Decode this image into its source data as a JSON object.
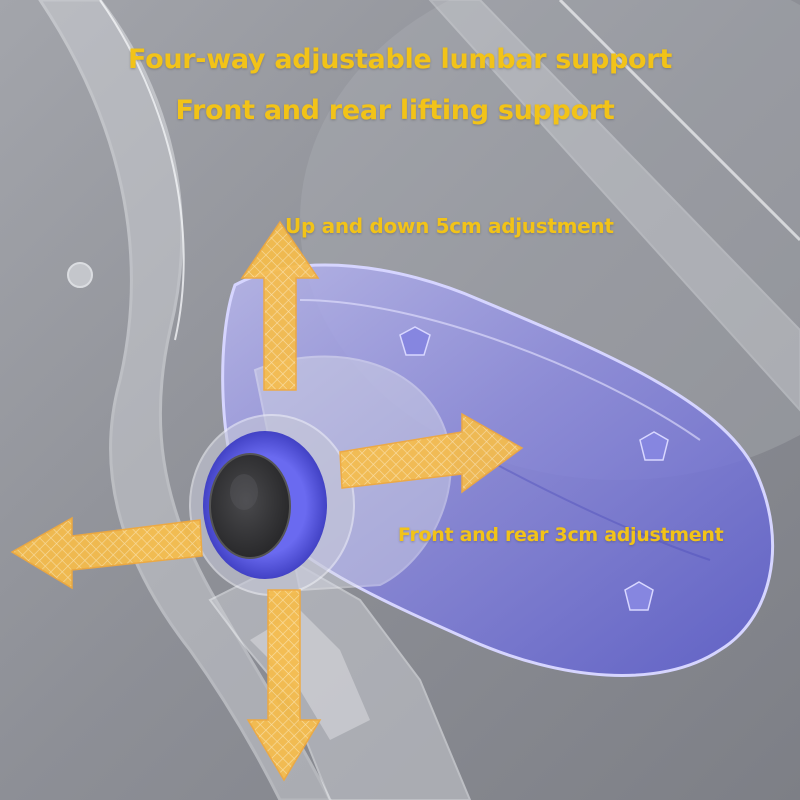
{
  "headline": {
    "line1": "Four-way adjustable lumbar support",
    "line2": "Front and rear lifting support"
  },
  "labels": {
    "vertical": "Up and down 5cm adjustment",
    "horizontal": "Front and rear 3cm adjustment"
  },
  "colors": {
    "text": "#f2c318",
    "arrow": "#f5b640",
    "background": "#8f9198",
    "pad": "#6f6fd8",
    "knob": "#3d3d3f"
  },
  "icons": {
    "vertical_arrow": "double-arrow-vertical",
    "horizontal_arrow": "double-arrow-horizontal"
  }
}
